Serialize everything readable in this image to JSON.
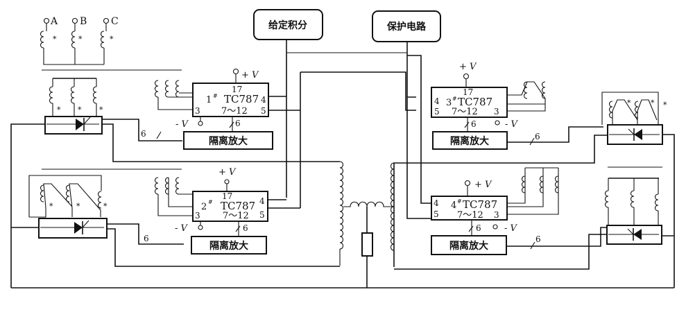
{
  "diagram": {
    "type": "circuit-schematic",
    "subject": "Four-channel TC787 thyristor trigger circuit with isolation amplifiers",
    "phase_inputs": [
      "A",
      "B",
      "C"
    ],
    "control_blocks": {
      "setpoint_integral": "给定积分",
      "protection_circuit": "保护电路"
    },
    "trigger_ics": [
      {
        "id": "ic1",
        "index": "1",
        "mark": "#",
        "part": "TC787",
        "pin_top": "17",
        "pin_out_range": "7～12",
        "pin_left": "3",
        "pin_right_a": "4",
        "pin_right_b": "5",
        "pos_supply": "+ V",
        "neg_supply": "- V",
        "bus_label": "6"
      },
      {
        "id": "ic2",
        "index": "2",
        "mark": "#",
        "part": "TC787",
        "pin_top": "17",
        "pin_out_range": "7～12",
        "pin_left": "3",
        "pin_right_a": "4",
        "pin_right_b": "5",
        "pos_supply": "+ V",
        "neg_supply": "- V",
        "bus_label": "6"
      },
      {
        "id": "ic3",
        "index": "3",
        "mark": "#",
        "part": "TC787",
        "pin_top": "17",
        "pin_out_range": "7～12",
        "pin_left_a": "4",
        "pin_left_b": "5",
        "pin_right": "3",
        "pos_supply": "+ V",
        "neg_supply": "- V",
        "bus_label": "6"
      },
      {
        "id": "ic4",
        "index": "4",
        "mark": "#",
        "part": "TC787",
        "pin_out_range": "7～12",
        "pin_left_a": "4",
        "pin_left_b": "5",
        "pin_right": "3",
        "pos_supply": "+ V",
        "neg_supply": "- V",
        "bus_label": "6"
      }
    ],
    "isolation_amp_label": "隔离放大",
    "bus_width_label": "6",
    "winding_mark": "*"
  }
}
